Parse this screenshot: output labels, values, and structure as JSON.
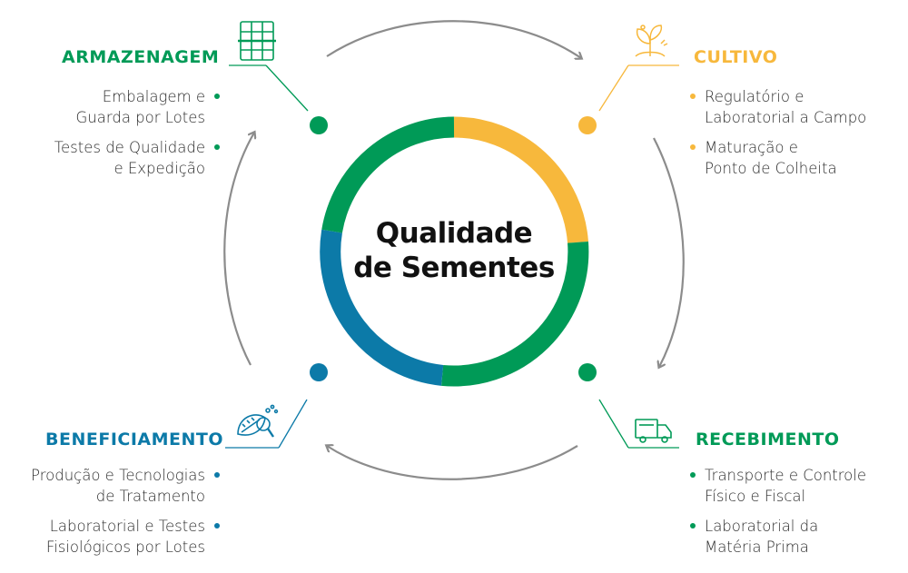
{
  "center": {
    "line1": "Qualidade",
    "line2": "de Sementes"
  },
  "colors": {
    "green": "#009a57",
    "yellow": "#f7b83c",
    "blue": "#0c7aa8",
    "arrow": "#8c8c8c"
  },
  "stages": [
    {
      "key": "armazenagem",
      "title": "ARMAZENAGEM",
      "color": "#009a57",
      "icon": "warehouse-shelves-icon",
      "items": [
        {
          "line1": "Embalagem  e",
          "line2": "Guarda por Lotes"
        },
        {
          "line1": "Testes de Qualidade",
          "line2": "e Expedição"
        }
      ]
    },
    {
      "key": "cultivo",
      "title": "CULTIVO",
      "color": "#f7b83c",
      "icon": "sprouting-plant-icon",
      "items": [
        {
          "line1": "Regulatório e",
          "line2": "Laboratorial a Campo"
        },
        {
          "line1": "Maturação e",
          "line2": "Ponto de Colheita"
        }
      ]
    },
    {
      "key": "recebimento",
      "title": "RECEBIMENTO",
      "color": "#009a57",
      "icon": "delivery-truck-icon",
      "items": [
        {
          "line1": "Transporte e Controle",
          "line2": "Físico e Fiscal"
        },
        {
          "line1": "Laboratorial da",
          "line2": "Matéria Prima"
        }
      ]
    },
    {
      "key": "beneficiamento",
      "title": "BENEFICIAMENTO",
      "color": "#0c7aa8",
      "icon": "seed-magnifier-icon",
      "items": [
        {
          "line1": "Produção e Tecnologias",
          "line2": "de Tratamento"
        },
        {
          "line1": "Laboratorial e Testes",
          "line2": "Fisiológicos por Lotes"
        }
      ]
    }
  ]
}
